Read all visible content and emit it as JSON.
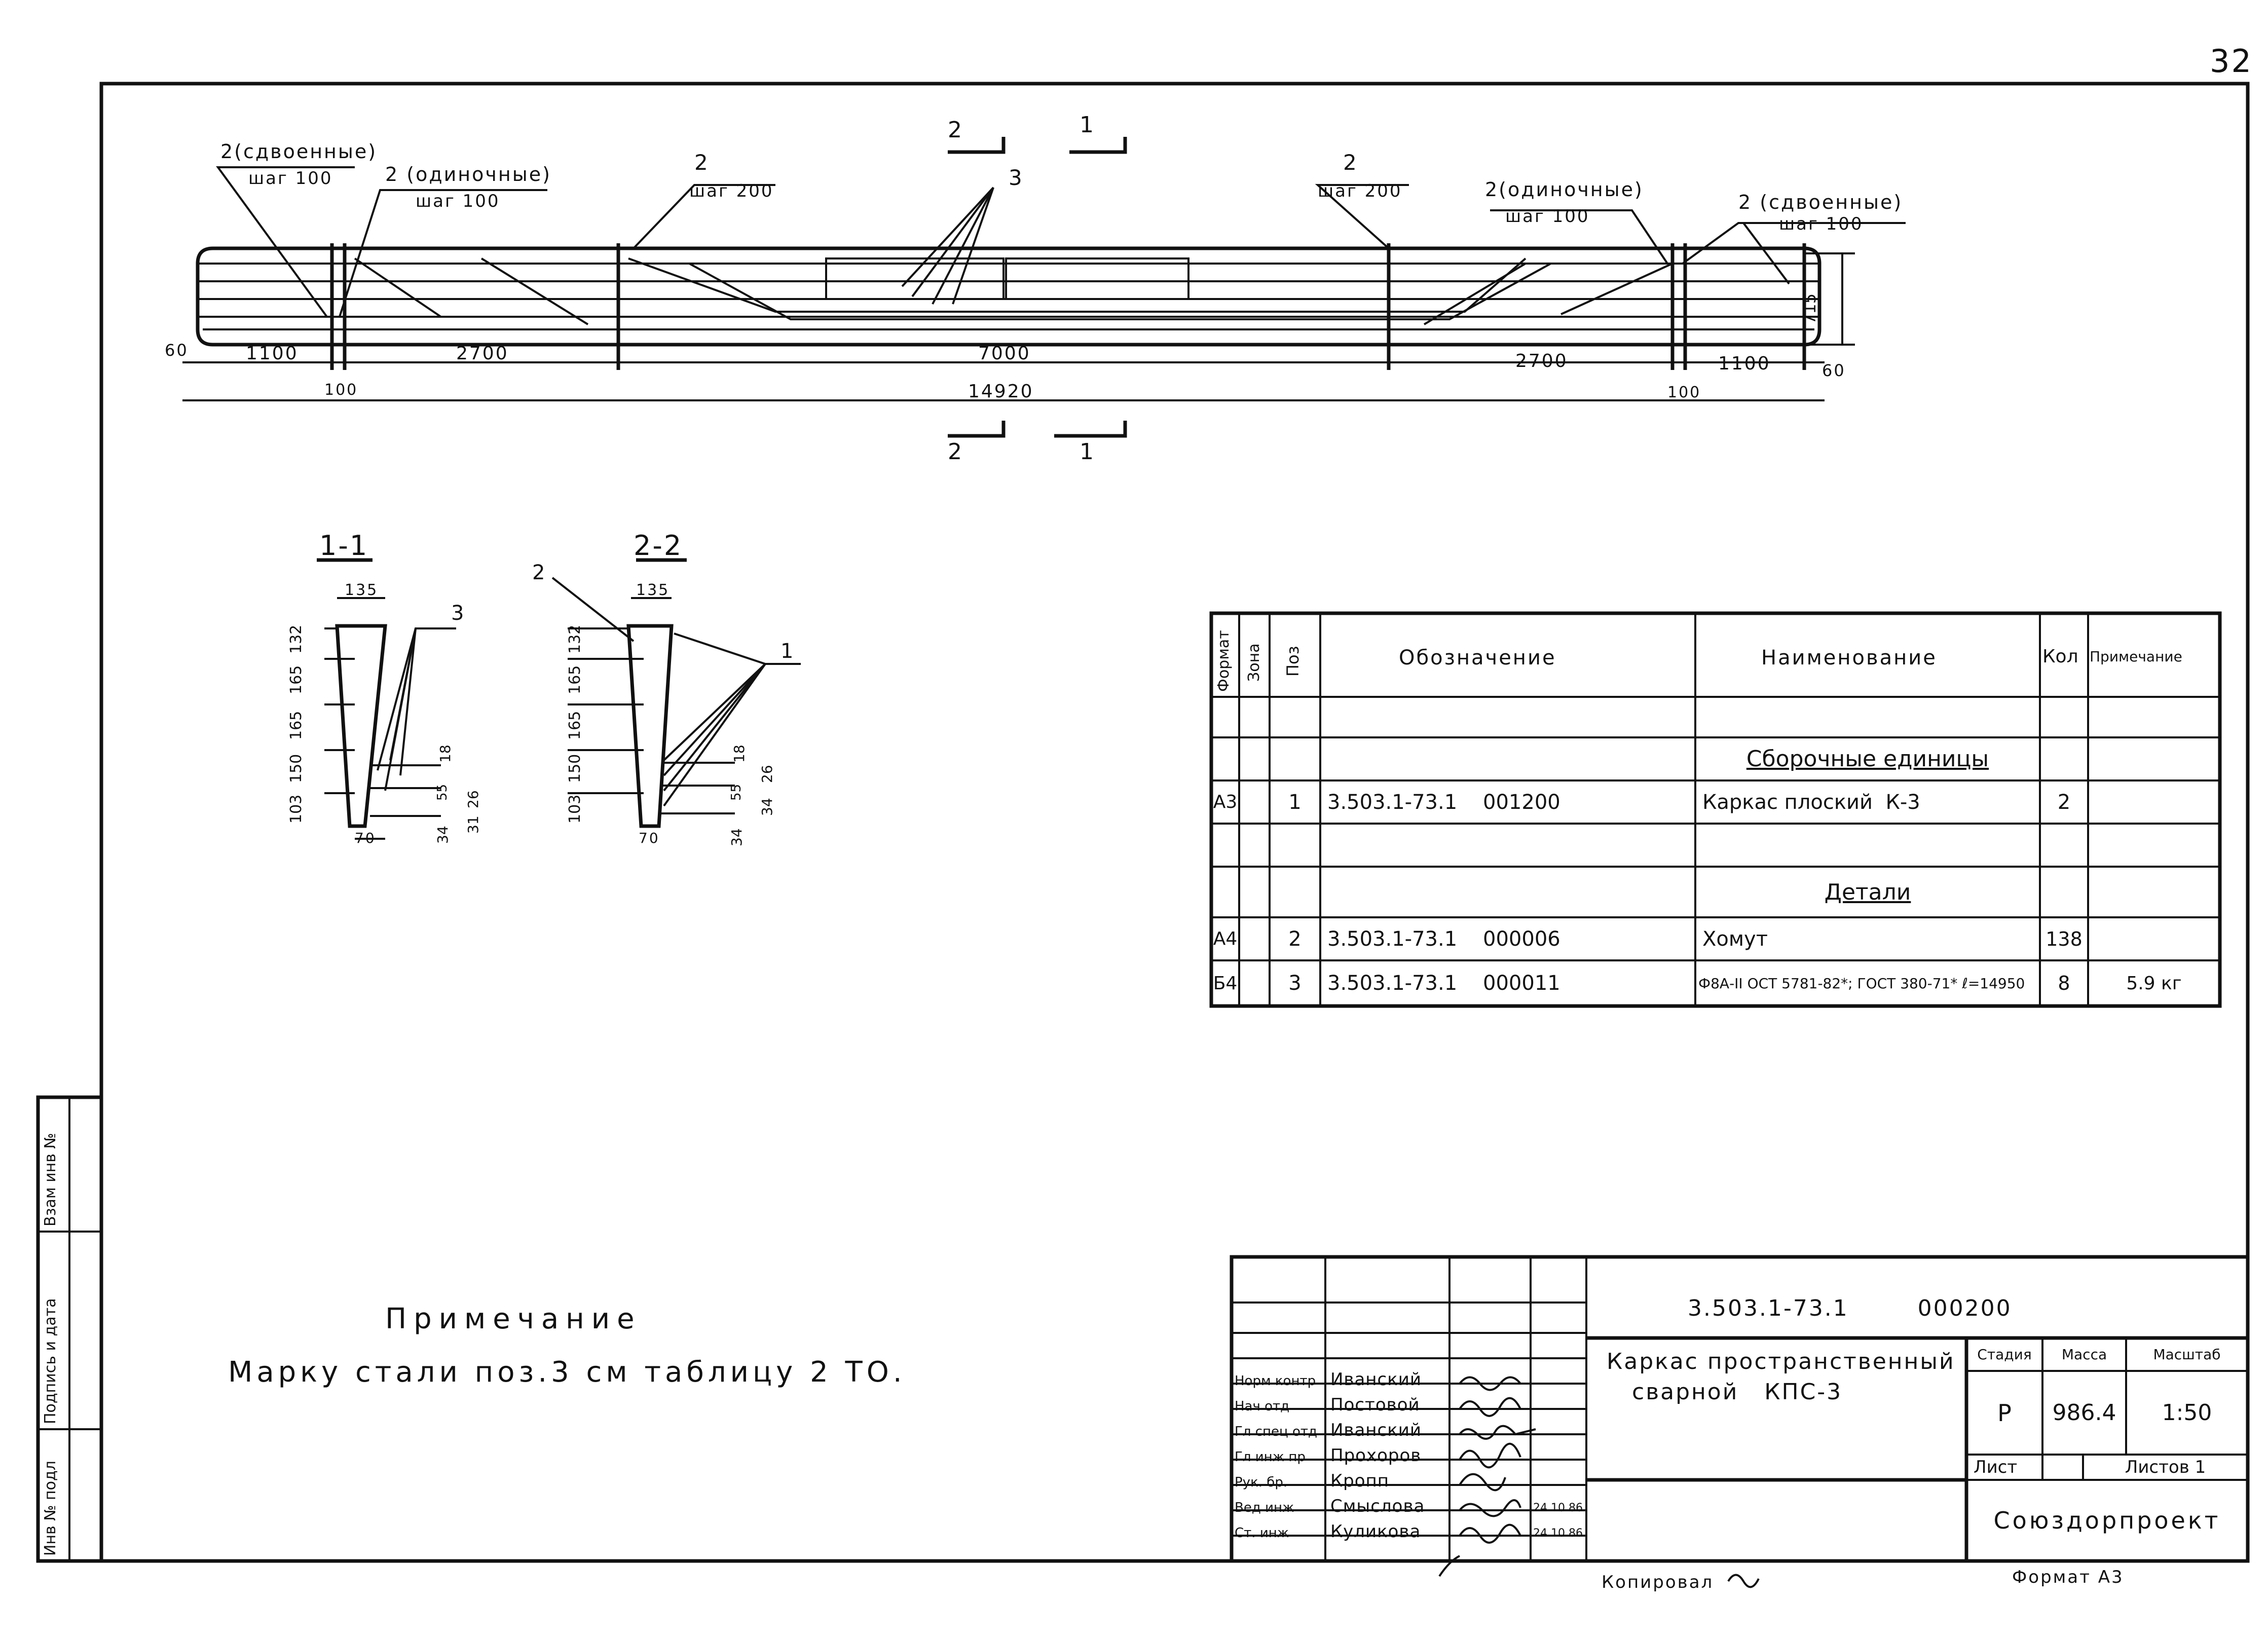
{
  "page_number": "32",
  "elevation": {
    "callouts": {
      "left_doubled": "2(сдвоенные)",
      "left_doubled_step": "шаг 100",
      "left_single": "2 (одиночные)",
      "left_single_step": "шаг 100",
      "left_mid": "2",
      "left_mid_step": "шаг 200",
      "right_mid": "2",
      "right_mid_step": "шаг 200",
      "right_single": "2(одиночные)",
      "right_single_step": "шаг 100",
      "right_doubled": "2 (сдвоенные)",
      "right_doubled_step": "шаг 100",
      "center_pos": "3",
      "sec2_top": "2",
      "sec1_top": "1",
      "sec2_bottom": "2",
      "sec1_bottom": "1"
    },
    "dims": {
      "d60_left": "60",
      "d1100_left": "1100",
      "d2700_left": "2700",
      "d7000": "7000",
      "d2700_right": "2700",
      "d1100_right": "1100",
      "d60_right": "60",
      "d100_left": "100",
      "d14920": "14920",
      "d100_right": "100",
      "d715": "715"
    }
  },
  "sections": {
    "s11": {
      "title": "1-1",
      "top": "135",
      "pos": "3",
      "left_dims": [
        "132",
        "165",
        "165",
        "150",
        "103"
      ],
      "right_dims": [
        "18",
        "26",
        "31",
        "34",
        "55"
      ],
      "bottom": "70"
    },
    "s22": {
      "title": "2-2",
      "top": "135",
      "pos_left": "2",
      "pos_right": "1",
      "left_dims": [
        "132",
        "165",
        "165",
        "150",
        "103"
      ],
      "right_dims": [
        "18",
        "26",
        "34",
        "34",
        "55"
      ],
      "bottom": "70"
    }
  },
  "spec": {
    "headers": {
      "format": "Формат",
      "zone": "Зона",
      "pos": "Поз",
      "designation": "Обозначение",
      "name": "Наименование",
      "qty": "Кол",
      "note": "Примечание"
    },
    "rows": [
      {
        "format": "",
        "zone": "",
        "pos": "",
        "designation": "",
        "name": "",
        "qty": "",
        "note": ""
      },
      {
        "format": "",
        "zone": "",
        "pos": "",
        "designation": "",
        "name": "Сборочные единицы",
        "qty": "",
        "note": "",
        "heading": true
      },
      {
        "format": "А3",
        "zone": "",
        "pos": "1",
        "designation": "3.503.1-73.1    001200",
        "name": "Каркас плоский  К-3",
        "qty": "2",
        "note": ""
      },
      {
        "format": "",
        "zone": "",
        "pos": "",
        "designation": "",
        "name": "",
        "qty": "",
        "note": ""
      },
      {
        "format": "",
        "zone": "",
        "pos": "",
        "designation": "",
        "name": "Детали",
        "qty": "",
        "note": "",
        "heading": true
      },
      {
        "format": "А4",
        "zone": "",
        "pos": "2",
        "designation": "3.503.1-73.1    000006",
        "name": "Хомут",
        "qty": "138",
        "note": ""
      },
      {
        "format": "Б4",
        "zone": "",
        "pos": "3",
        "designation": "3.503.1-73.1    000011",
        "name": "Ф8А-II ОСТ 5781-82*; ГОСТ 380-71* ℓ=14950",
        "qty": "8",
        "note": "5.9 кг"
      }
    ]
  },
  "note": {
    "title": "Примечание",
    "text": "Марку стали поз.3 см таблицу 2  ТО."
  },
  "side_stamp": {
    "inv_podl": "Инв № подл",
    "podpis_data": "Подпись и дата",
    "vzam_inv": "Взам инв №"
  },
  "title_block": {
    "document_code": "3.503.1-73.1        000200",
    "title_line1": "Каркас пространственный",
    "title_line2": "сварной   КПС-3",
    "headers": {
      "stage": "Стадия",
      "mass": "Масса",
      "scale": "Масштаб"
    },
    "stage": "Р",
    "mass": "986.4",
    "scale": "1:50",
    "sheet_label": "Лист",
    "sheets_label": "Листов 1",
    "organization": "Союздорпроект",
    "signatures": [
      {
        "role": "Норм контр",
        "name": "Иванский",
        "date": ""
      },
      {
        "role": "Нач отд",
        "name": "Постовой",
        "date": ""
      },
      {
        "role": "Гл спец отд",
        "name": "Иванский",
        "date": ""
      },
      {
        "role": "Гл инж пр",
        "name": "Прохоров",
        "date": ""
      },
      {
        "role": "Рук. бр.",
        "name": "Кропп",
        "date": ""
      },
      {
        "role": "Вед инж",
        "name": "Смыслова",
        "date": "24.10.86"
      },
      {
        "role": "Ст. инж",
        "name": "Куликова",
        "date": "24.10.86"
      }
    ]
  },
  "footer": {
    "copied": "Копировал",
    "format": "Формат А3"
  }
}
